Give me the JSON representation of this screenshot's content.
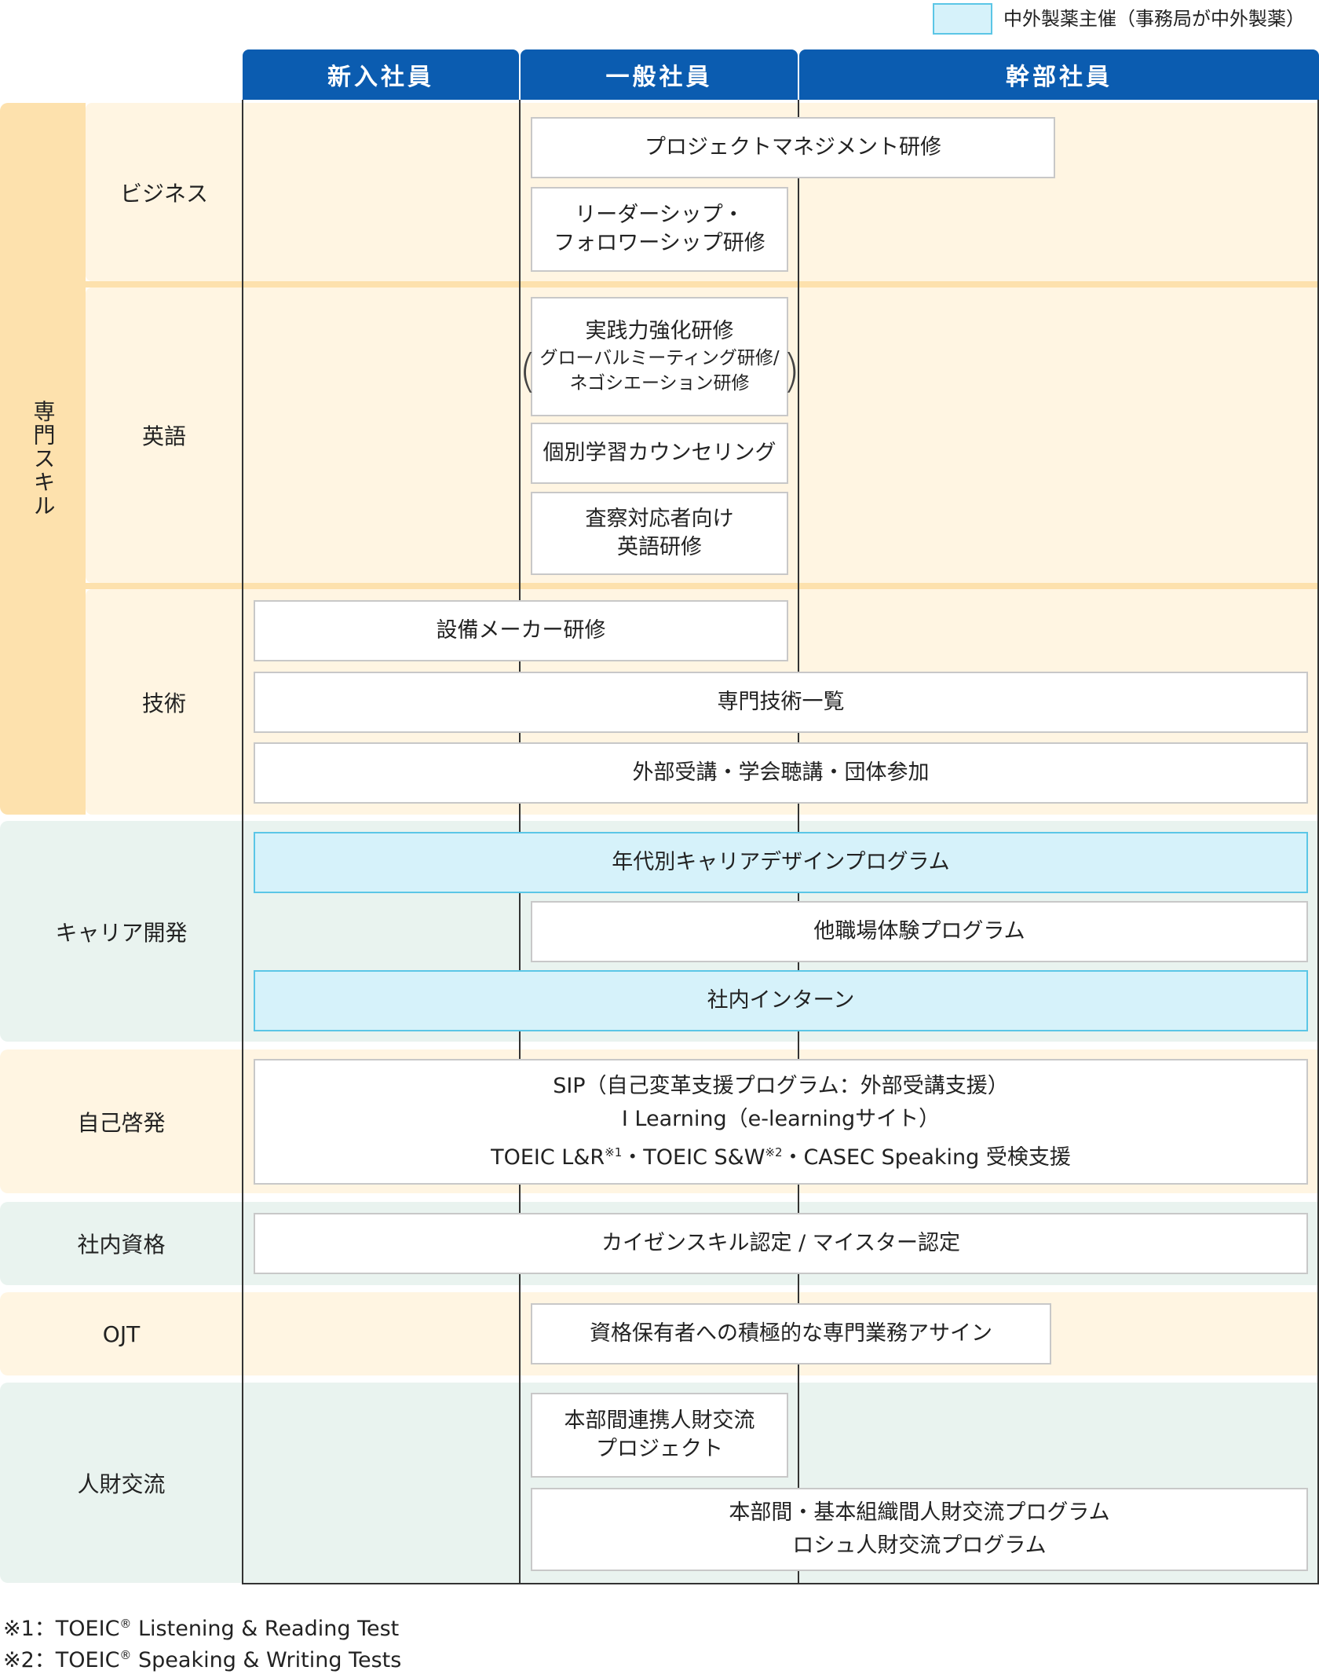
{
  "legend": {
    "label": "中外製薬主催（事務局が中外製薬）"
  },
  "columns": [
    "新入社員",
    "一般社員",
    "幹部社員"
  ],
  "groups": {
    "specialized": {
      "label": "専門スキル",
      "sub": {
        "business": "ビジネス",
        "english": "英語",
        "tech": "技術"
      }
    },
    "career": "キャリア開発",
    "self": "自己啓発",
    "qual": "社内資格",
    "ojt": "OJT",
    "exchange": "人財交流"
  },
  "programs": {
    "pm": "プロジェクトマネジメント研修",
    "leader_1": "リーダーシップ・",
    "leader_2": "フォロワーシップ研修",
    "practice_1": "実践力強化研修",
    "practice_2": "グローバルミーティング研修/",
    "practice_3": "ネゴシエーション研修",
    "counsel": "個別学習カウンセリング",
    "inspect_1": "査察対応者向け",
    "inspect_2": "英語研修",
    "maker": "設備メーカー研修",
    "tech_list": "専門技術一覧",
    "external": "外部受講・学会聴講・団体参加",
    "career_design": "年代別キャリアデザインプログラム",
    "other_work": "他職場体験プログラム",
    "intern": "社内インターン",
    "sip": "SIP（自己変革支援プログラム：外部受講支援）",
    "ilearning": "I Learning（e-learningサイト）",
    "toeic_a": "TOEIC L&R",
    "toeic_a_sup": "※1",
    "toeic_b": "・TOEIC S&W",
    "toeic_b_sup": "※2",
    "toeic_c": "・CASEC Speaking 受検支援",
    "kaizen": "カイゼンスキル認定 / マイスター認定",
    "assign": "資格保有者への積極的な専門業務アサイン",
    "hq_1": "本部間連携人財交流",
    "hq_2": "プロジェクト",
    "hq2_1": "本部間・基本組織間人財交流プログラム",
    "hq2_2": "ロシュ人財交流プログラム"
  },
  "footnotes": {
    "fn1_prefix": "※1：TOEIC",
    "fn1_mark": "®",
    "fn1_rest": " Listening & Reading Test",
    "fn2_prefix": "※2：TOEIC",
    "fn2_mark": "®",
    "fn2_rest": " Speaking & Writing Tests"
  },
  "colors": {
    "header_blue": "#0b5cb0",
    "cream": "#fff5e2",
    "orange": "#fde1ad",
    "mint": "#e9f3ef",
    "cyan_fill": "#d6f2fa",
    "cyan_border": "#5bc6e6"
  }
}
